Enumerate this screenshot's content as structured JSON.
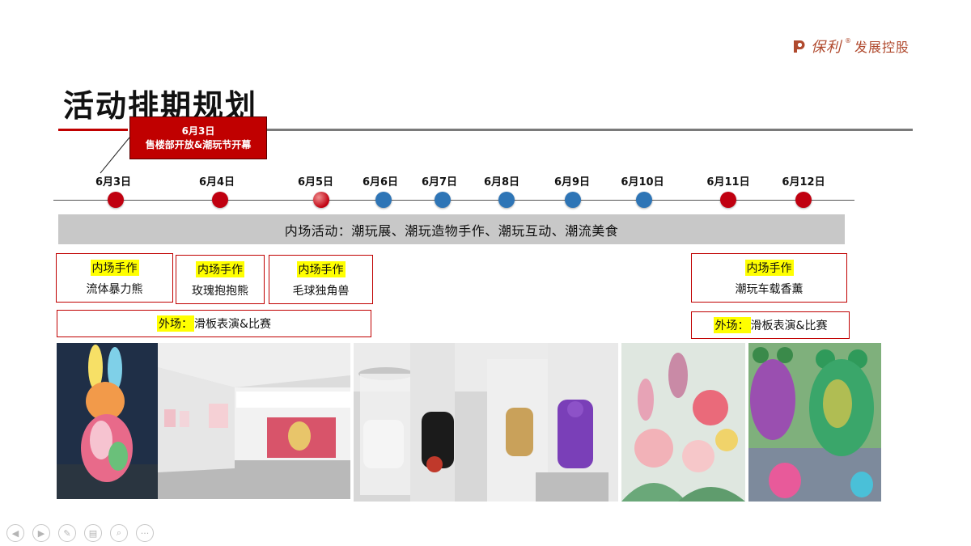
{
  "logo": {
    "brand": "保利",
    "reg": "®",
    "sub": "发展控股",
    "icon": "poly-logo-icon"
  },
  "title": "活动排期规划",
  "callout": {
    "date": "6月3日",
    "text": "售楼部开放&潮玩节开幕"
  },
  "timeline": {
    "dates": [
      {
        "label": "6月3日",
        "color": "red"
      },
      {
        "label": "6月4日",
        "color": "red"
      },
      {
        "label": "6月5日",
        "color": "gradient-red"
      },
      {
        "label": "6月6日",
        "color": "blue"
      },
      {
        "label": "6月7日",
        "color": "blue"
      },
      {
        "label": "6月8日",
        "color": "blue"
      },
      {
        "label": "6月9日",
        "color": "blue"
      },
      {
        "label": "6月10日",
        "color": "blue"
      },
      {
        "label": "6月11日",
        "color": "red"
      },
      {
        "label": "6月12日",
        "color": "red"
      }
    ]
  },
  "banner": "内场活动：潮玩展、潮玩造物手作、潮玩互动、潮流美食",
  "cards": [
    {
      "tag": "内场手作",
      "text": "流体暴力熊"
    },
    {
      "tag": "内场手作",
      "text": "玫瑰抱抱熊"
    },
    {
      "tag": "内场手作",
      "text": "毛球独角兽"
    },
    {
      "tag": "内场手作",
      "text": "潮玩车载香薰"
    }
  ],
  "outdoor": [
    {
      "tag": "外场：",
      "text": "滑板表演&比赛"
    },
    {
      "tag": "外场：",
      "text": "滑板表演&比赛"
    }
  ],
  "photos": [
    {
      "name": "photo-bunny-sculpture"
    },
    {
      "name": "photo-gallery-hall"
    },
    {
      "name": "photo-bearbrick-display"
    },
    {
      "name": "photo-flower-arrangement"
    },
    {
      "name": "photo-fluid-bears"
    }
  ],
  "toolbar": [
    "prev-icon",
    "next-icon",
    "pen-icon",
    "slides-icon",
    "zoom-icon",
    "more-icon"
  ],
  "colors": {
    "accent_red": "#c00000",
    "dot_blue": "#2e75b6",
    "banner_gray": "#c8c8c8",
    "highlight": "#ffff00"
  }
}
